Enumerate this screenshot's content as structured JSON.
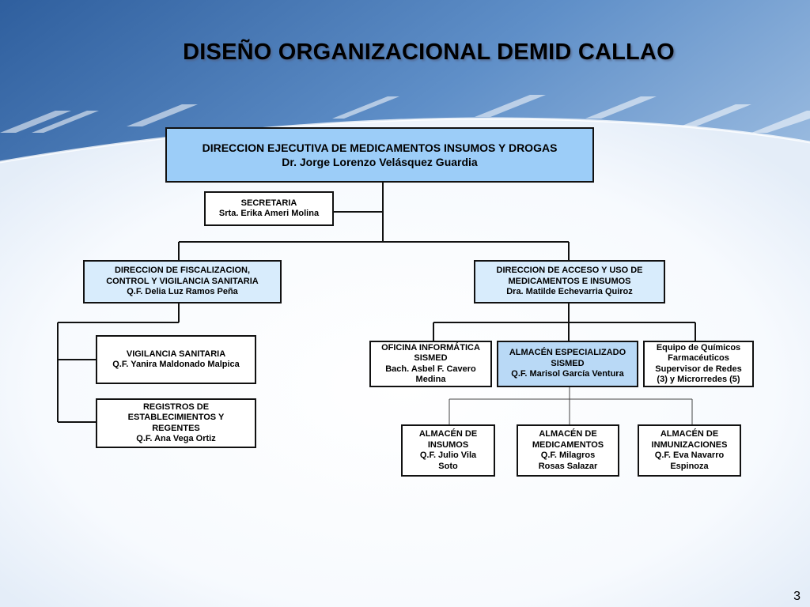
{
  "title": "DISEÑO ORGANIZACIONAL DEMID CALLAO",
  "page_number": "3",
  "nodes": {
    "direccion_ejecutiva": {
      "line1": "DIRECCION EJECUTIVA DE MEDICAMENTOS INSUMOS Y DROGAS",
      "line2": "Dr. Jorge Lorenzo Velásquez Guardia"
    },
    "secretaria": {
      "line1": "SECRETARIA",
      "line2": "Srta. Erika Ameri Molina"
    },
    "fiscalizacion": {
      "line1": "DIRECCION DE FISCALIZACION,",
      "line2": "CONTROL Y VIGILANCIA SANITARIA",
      "line3": "Q.F. Delia Luz Ramos Peña"
    },
    "acceso_uso": {
      "line1": "DIRECCION DE ACCESO Y USO DE",
      "line2": "MEDICAMENTOS E INSUMOS",
      "line3": "Dra. Matilde Echevarria Quiroz"
    },
    "vigilancia": {
      "line1": "VIGILANCIA SANITARIA",
      "line2": "Q.F. Yanira Maldonado Malpica"
    },
    "registros": {
      "line1": "REGISTROS DE",
      "line2": "ESTABLECIMIENTOS Y",
      "line3": "REGENTES",
      "line4": "Q.F. Ana Vega Ortiz"
    },
    "oficina_informatica": {
      "line1": "OFICINA INFORMÁTICA",
      "line2": "SISMED",
      "line3": "Bach. Asbel F. Cavero",
      "line4": "Medina"
    },
    "almacen_especializado": {
      "line1": "ALMACÉN ESPECIALIZADO",
      "line2": "SISMED",
      "line3": "Q.F. Marisol García Ventura"
    },
    "equipo_quimicos": {
      "line1": "Equipo de Químicos",
      "line2": "Farmacéuticos",
      "line3": "Supervisor de Redes",
      "line4": "(3)  y Microrredes (5)"
    },
    "almacen_insumos": {
      "line1": "ALMACÉN DE",
      "line2": "INSUMOS",
      "line3": "Q.F. Julio Vila",
      "line4": "Soto"
    },
    "almacen_medicamentos": {
      "line1": "ALMACÉN DE",
      "line2": "MEDICAMENTOS",
      "line3": "Q.F. Milagros",
      "line4": "Rosas Salazar"
    },
    "almacen_inmunizaciones": {
      "line1": "ALMACÉN DE",
      "line2": "INMUNIZACIONES",
      "line3": "Q.F. Eva Navarro",
      "line4": "Espinoza"
    }
  },
  "colors": {
    "background_top": "#4e7db8",
    "background_light": "#f2f7fd",
    "exec_box": "#9ccdf8",
    "blue_box": "#b9d9f6",
    "light_box": "#d8ecfc"
  }
}
